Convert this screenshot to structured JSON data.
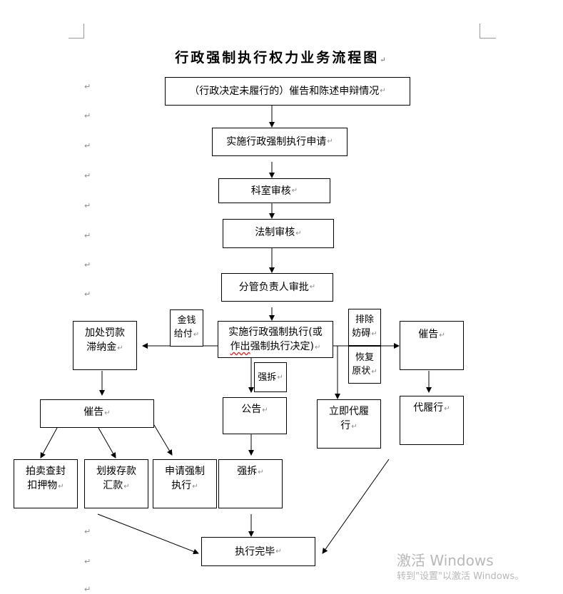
{
  "title": "行政强制执行权力业务流程图",
  "return_mark": "↵",
  "watermark": {
    "line1": "激活 Windows",
    "line2": "转到\"设置\"以激活 Windows。"
  },
  "boxes": {
    "start": "（行政决定未履行的）催告和陈述申辩情况",
    "apply": "实施行政强制执行申请",
    "dept_review": "科室审核",
    "legal_review": "法制审核",
    "approval": "分管负责人审批",
    "execute_line1": "实施行政强制执行(或",
    "execute_line2_a": "作出",
    "execute_line2_b": "强制执行决定)",
    "money_line1": "金钱",
    "money_line2": "给付",
    "penalty_line1": "加处罚款",
    "penalty_line2": "滞纳金",
    "remove_obstacle_line1": "排除",
    "remove_obstacle_line2": "妨碍",
    "restore_line1": "恢复",
    "restore_line2": "原状",
    "urge_right": "催告",
    "demolish_label": "强拆",
    "urge_left": "催告",
    "announce": "公告",
    "immediate_line1": "立即代履",
    "immediate_line2": "行",
    "substitute": "代履行",
    "auction_line1": "拍卖查封",
    "auction_line2": "扣押物",
    "transfer_line1": "划拨存款",
    "transfer_line2": "汇款",
    "court_line1": "申请强制",
    "court_line2": "执行",
    "demolish": "强拆",
    "complete": "执行完毕"
  }
}
